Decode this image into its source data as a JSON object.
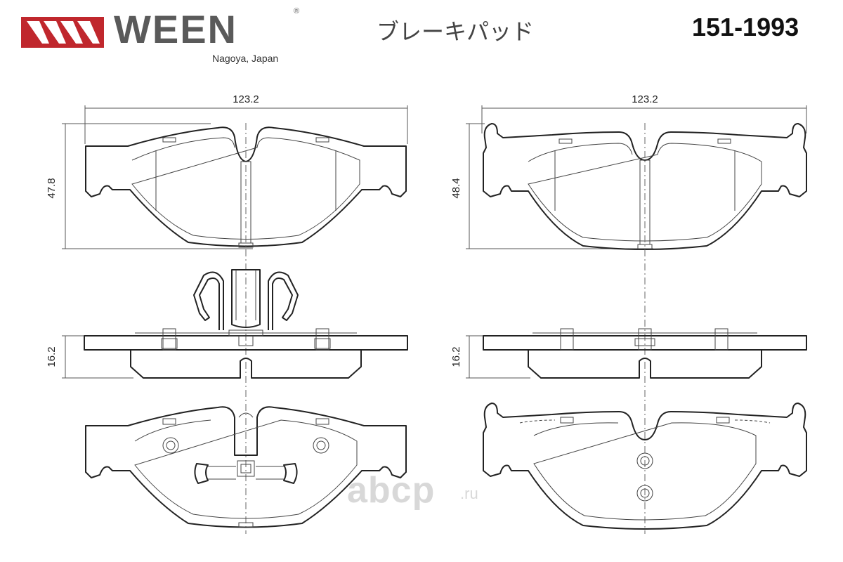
{
  "header": {
    "brand": "WEEN",
    "registered": "®",
    "brand_sub": "Nagoya, Japan",
    "title_jp": "ブレーキパッド",
    "part_number": "151-1993"
  },
  "dimensions": {
    "left_width": "123.2",
    "right_width": "123.2",
    "left_height": "47.8",
    "right_height": "48.4",
    "left_thickness": "16.2",
    "right_thickness": "16.2"
  },
  "watermark": {
    "text": "abcp",
    "suffix": ".ru"
  },
  "colors": {
    "logo_red": "#c0272d",
    "brand_gray": "#5a5a5a",
    "line": "#222222"
  }
}
